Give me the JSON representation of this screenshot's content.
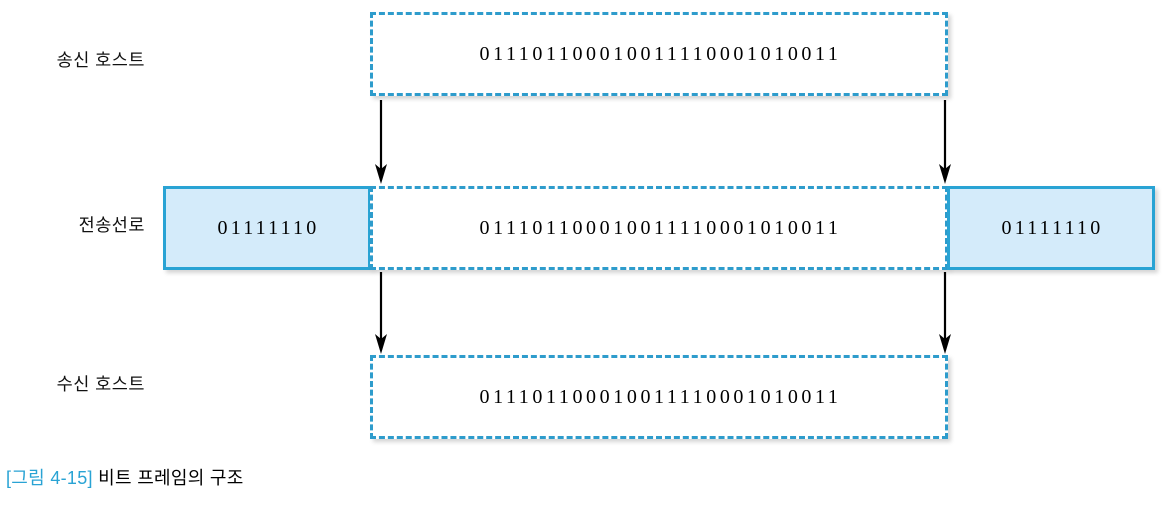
{
  "figure": {
    "rows": [
      {
        "label": "송신 호스트",
        "frame_bits": "011101100010011110001010011"
      },
      {
        "label": "전송선로",
        "frame_bits": "011101100010011110001010011",
        "start_flag": "01111110",
        "end_flag": "01111110"
      },
      {
        "label": "수신 호스트",
        "frame_bits": "011101100010011110001010011"
      }
    ],
    "arrows": [
      {
        "name": "sender-to-line-left",
        "direction": "down"
      },
      {
        "name": "sender-to-line-right",
        "direction": "down"
      },
      {
        "name": "line-to-receiver-left",
        "direction": "down"
      },
      {
        "name": "line-to-receiver-right",
        "direction": "down"
      }
    ],
    "caption": {
      "number": "[그림 4-15]",
      "title": "비트 프레임의 구조"
    },
    "colors": {
      "frame_border": "#2e9ccc",
      "flag_border": "#29a3d4",
      "flag_fill": "#d4ebfa",
      "caption_accent": "#29a3d4",
      "arrow": "#000000",
      "text": "#000000",
      "background": "#ffffff"
    }
  }
}
